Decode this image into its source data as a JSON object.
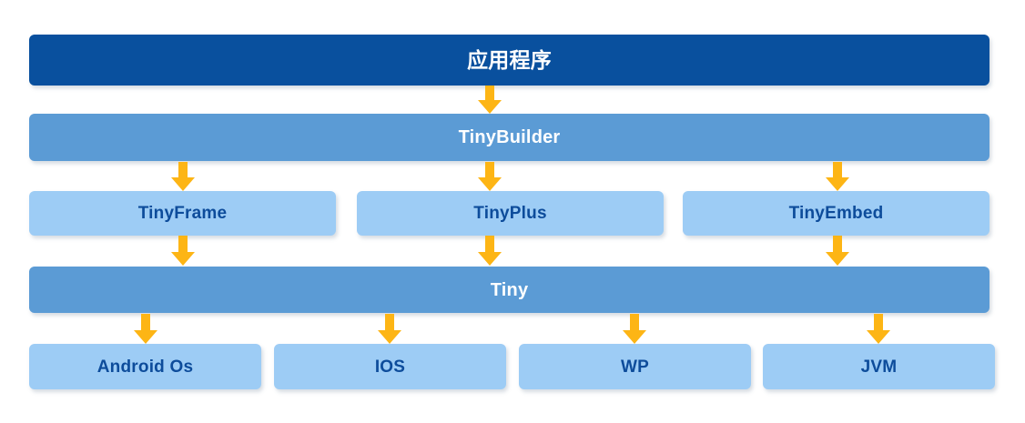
{
  "diagram": {
    "type": "layered-architecture",
    "title_text": "应用程序",
    "colors": {
      "application_bar": "#09509E",
      "framework_bar": "#5B9BD5",
      "module_box": "#9DCCF5",
      "module_text": "#0D4C9B",
      "arrow": "#FDB515",
      "background": "#FFFFFF"
    },
    "levels": [
      {
        "name": "application",
        "nodes": [
          {
            "id": "app",
            "label": "应用程序"
          }
        ]
      },
      {
        "name": "builder",
        "nodes": [
          {
            "id": "tinybuilder",
            "label": "TinyBuilder"
          }
        ]
      },
      {
        "name": "modules",
        "nodes": [
          {
            "id": "tinyframe",
            "label": "TinyFrame"
          },
          {
            "id": "tinyplus",
            "label": "TinyPlus"
          },
          {
            "id": "tinyembed",
            "label": "TinyEmbed"
          }
        ]
      },
      {
        "name": "core",
        "nodes": [
          {
            "id": "tiny",
            "label": "Tiny"
          }
        ]
      },
      {
        "name": "platforms",
        "nodes": [
          {
            "id": "android",
            "label": "Android Os"
          },
          {
            "id": "ios",
            "label": "IOS"
          },
          {
            "id": "wp",
            "label": "WP"
          },
          {
            "id": "jvm",
            "label": "JVM"
          }
        ]
      }
    ],
    "connectors": [
      {
        "id": "app-to-builder",
        "from": "app",
        "to": "tinybuilder"
      },
      {
        "id": "builder-to-tinyframe",
        "from": "tinybuilder",
        "to": "tinyframe"
      },
      {
        "id": "builder-to-tinyplus",
        "from": "tinybuilder",
        "to": "tinyplus"
      },
      {
        "id": "builder-to-tinyembed",
        "from": "tinybuilder",
        "to": "tinyembed"
      },
      {
        "id": "tinyframe-to-tiny",
        "from": "tinyframe",
        "to": "tiny"
      },
      {
        "id": "tinyplus-to-tiny",
        "from": "tinyplus",
        "to": "tiny"
      },
      {
        "id": "tinyembed-to-tiny",
        "from": "tinyembed",
        "to": "tiny"
      },
      {
        "id": "tiny-to-android",
        "from": "tiny",
        "to": "android"
      },
      {
        "id": "tiny-to-ios",
        "from": "tiny",
        "to": "ios"
      },
      {
        "id": "tiny-to-wp",
        "from": "tiny",
        "to": "wp"
      },
      {
        "id": "tiny-to-jvm",
        "from": "tiny",
        "to": "jvm"
      }
    ]
  }
}
